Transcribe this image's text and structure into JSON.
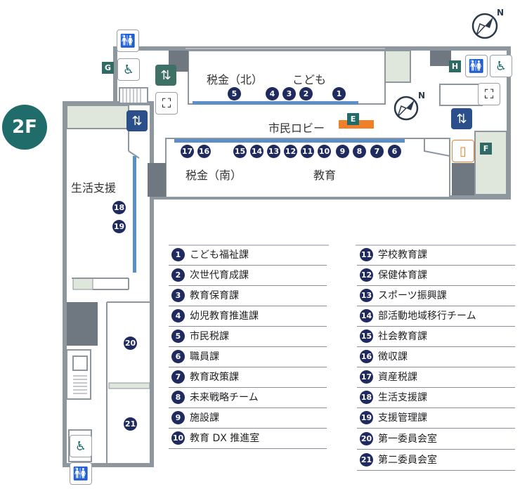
{
  "floor": "2F",
  "rooms": {
    "zeikin_kita": "税金（北）",
    "kodomo": "こども",
    "shimin_lobby": "市民ロビー",
    "zeikin_minami": "税金（南）",
    "kyoiku": "教育",
    "seikatsu_shien": "生活支援"
  },
  "letters": {
    "g": "G",
    "h": "H",
    "e": "E",
    "f": "F"
  },
  "markers": {
    "north_row": [
      "5",
      "4",
      "3",
      "2",
      "1"
    ],
    "south_row": [
      "17",
      "16",
      "15",
      "14",
      "13",
      "12",
      "11",
      "10",
      "9",
      "8",
      "7",
      "6"
    ],
    "west": [
      "18",
      "19"
    ],
    "meeting": [
      "20",
      "21"
    ]
  },
  "legend_left": [
    {
      "num": "1",
      "label": "こども福祉課"
    },
    {
      "num": "2",
      "label": "次世代育成課"
    },
    {
      "num": "3",
      "label": "教育保育課"
    },
    {
      "num": "4",
      "label": "幼児教育推進課"
    },
    {
      "num": "5",
      "label": "市民税課"
    },
    {
      "num": "6",
      "label": "職員課"
    },
    {
      "num": "7",
      "label": "教育政策課"
    },
    {
      "num": "8",
      "label": "未来戦略チーム"
    },
    {
      "num": "9",
      "label": "施設課"
    },
    {
      "num": "10",
      "label": "教育 DX 推進室"
    }
  ],
  "legend_right": [
    {
      "num": "11",
      "label": "学校教育課"
    },
    {
      "num": "12",
      "label": "保健体育課"
    },
    {
      "num": "13",
      "label": "スポーツ振興課"
    },
    {
      "num": "14",
      "label": "部活動地域移行チーム"
    },
    {
      "num": "15",
      "label": "社会教育課"
    },
    {
      "num": "16",
      "label": "徴収課"
    },
    {
      "num": "17",
      "label": "資産税課"
    },
    {
      "num": "18",
      "label": "生活支援課"
    },
    {
      "num": "19",
      "label": "支援管理課"
    },
    {
      "num": "20",
      "label": "第一委員会室"
    },
    {
      "num": "21",
      "label": "第二委員会室"
    }
  ],
  "icons": {
    "restroom": "restroom-icon",
    "accessible": "wheelchair-icon",
    "elevator": "elevator-icon",
    "escalator": "escalator-icon",
    "compass": "compass-icon",
    "vending": "vending-icon"
  },
  "colors": {
    "wall": "#8e969e",
    "floor_fill": "#dfe7dc",
    "corridor_blue": "#5b8fc9",
    "marker": "#1f2a5e",
    "accent": "#1f6c6a",
    "counter": "#f07f2a"
  }
}
